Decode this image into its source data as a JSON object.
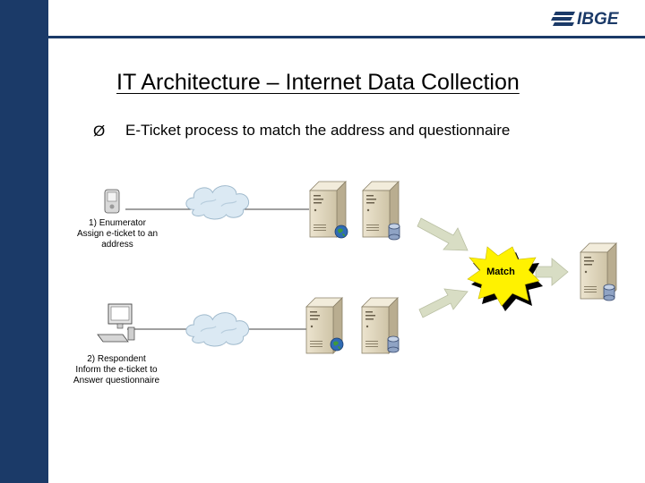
{
  "logo": {
    "text": "IBGE",
    "name": "ibge-logo"
  },
  "title": "IT Architecture – Internet Data Collection",
  "bullet": {
    "glyph": "Ø",
    "text": "E-Ticket process to match the address and questionnaire"
  },
  "diagram": {
    "step1_caption": [
      "1) Enumerator",
      "Assign e-ticket to an",
      "address"
    ],
    "step2_caption": [
      "2) Respondent",
      "Inform the e-ticket to",
      "Answer questionnaire"
    ],
    "match_label": "Match",
    "icons": {
      "handheld": "handheld-device-icon",
      "computer": "desktop-computer-icon",
      "cloud": "internet-cloud-icon",
      "server": "server-icon",
      "database": "database-icon",
      "globe": "globe-icon"
    }
  },
  "colors": {
    "brand": "#1b3a68",
    "match_burst": "#fff200",
    "arrow": "#d6dcc4",
    "cloud": "#d8e8f2"
  }
}
